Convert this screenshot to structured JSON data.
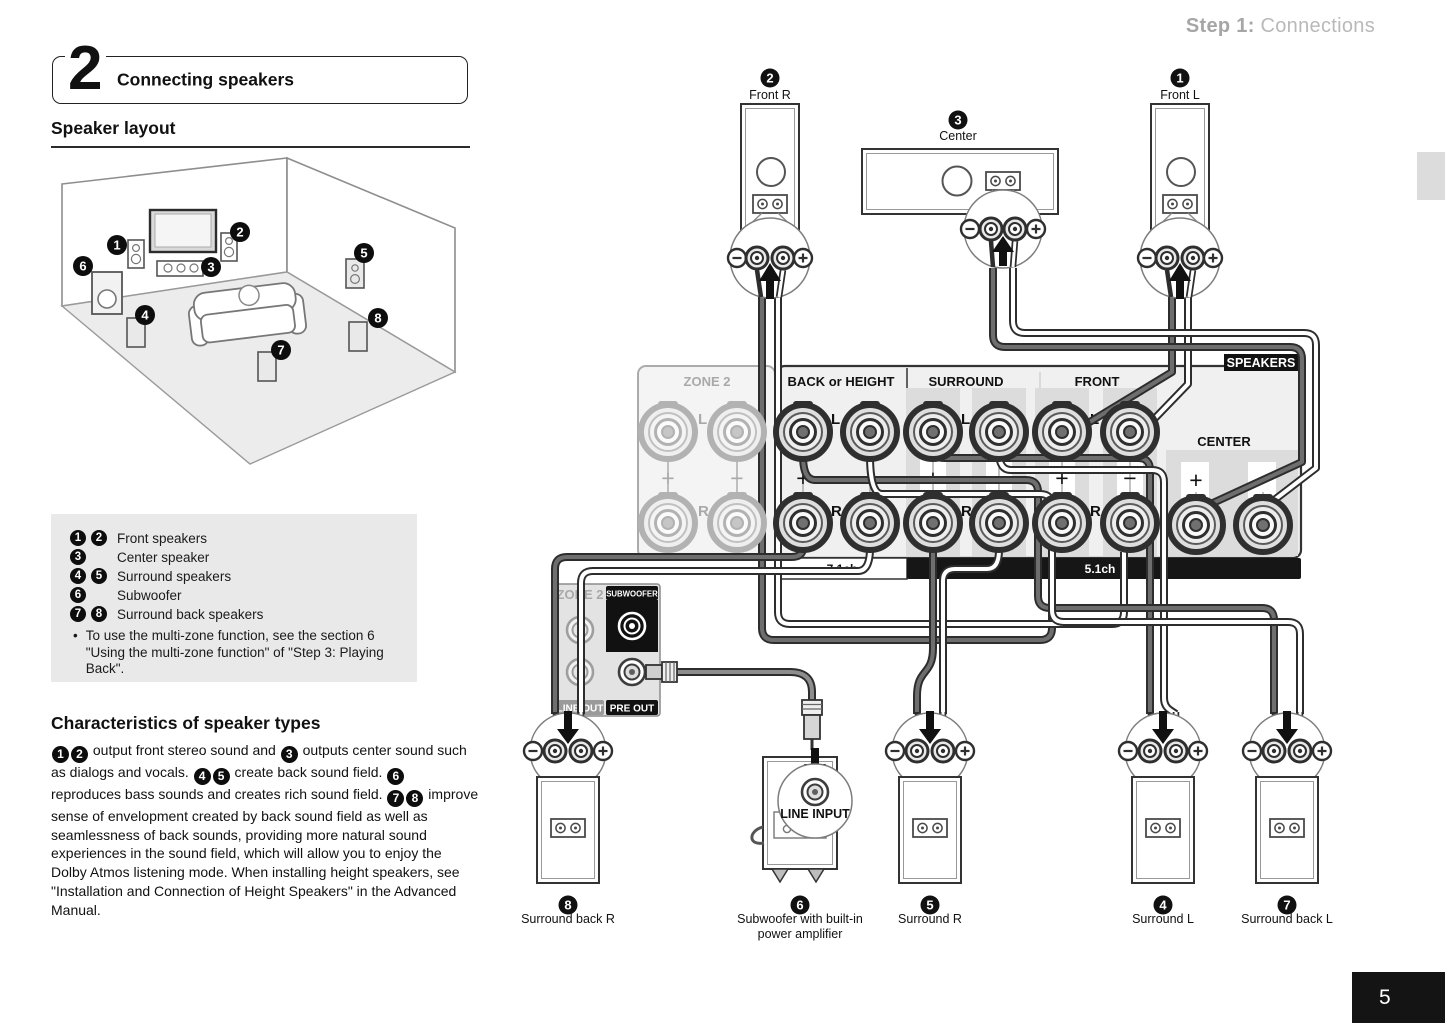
{
  "header": {
    "step": "Step 1:",
    "title": "Connections"
  },
  "section": {
    "number": "2",
    "title": "Connecting speakers"
  },
  "headings": {
    "speaker_layout": "Speaker layout",
    "characteristics": "Characteristics of speaker types"
  },
  "legend": {
    "items": [
      {
        "b1": "1",
        "b2": "2",
        "label": "Front speakers"
      },
      {
        "b1": "3",
        "label": "Center speaker"
      },
      {
        "b1": "4",
        "b2": "5",
        "label": "Surround speakers"
      },
      {
        "b1": "6",
        "label": "Subwoofer"
      },
      {
        "b1": "7",
        "b2": "8",
        "label": "Surround back speakers"
      }
    ],
    "bullet": "•",
    "note": "To use the multi-zone function, see the section 6 \"Using the multi-zone function\" of \"Step 3: Playing Back\"."
  },
  "characteristics": {
    "b1": "1",
    "b2": "2",
    "t1": " output front stereo sound and ",
    "b3": "3",
    "t2": " outputs center sound such as dialogs and vocals. ",
    "b4": "4",
    "b5": "5",
    "t3": " create back sound field. ",
    "b6": "6",
    "t4": " reproduces bass sounds and creates rich sound field. ",
    "b7": "7",
    "b8": "8",
    "t5": " improve sense of envelopment created by back sound field as well as seamlessness of back sounds, providing more natural sound experiences in the sound field, which will allow you to enjoy the Dolby Atmos listening mode. When installing height speakers, see \"Installation and Connection of Height Speakers\" in the Advanced Manual."
  },
  "room": {
    "badges": [
      "1",
      "2",
      "3",
      "4",
      "5",
      "6",
      "7",
      "8"
    ]
  },
  "diagram": {
    "top_speakers": [
      {
        "num": "2",
        "label": "Front R"
      },
      {
        "num": "3",
        "label": "Center"
      },
      {
        "num": "1",
        "label": "Front L"
      }
    ],
    "panel": {
      "zone2": "ZONE 2",
      "back_or_height": "BACK or HEIGHT",
      "surround": "SURROUND",
      "front": "FRONT",
      "center": "CENTER",
      "speakers_tag": "SPEAKERS",
      "ch71": "7.1ch",
      "ch51": "5.1ch",
      "l": "L",
      "r": "R",
      "plus": "+",
      "minus": "−"
    },
    "preout": {
      "zone2": "ZONE 2",
      "subwoofer": "SUBWOOFER",
      "line_out": "LINE OUT",
      "pre_out": "PRE OUT"
    },
    "sub_line_input": "LINE INPUT",
    "bottom_speakers": [
      {
        "num": "8",
        "label": "Surround back R"
      },
      {
        "num": "6",
        "label": "Subwoofer with built-in",
        "label2": "power amplifier"
      },
      {
        "num": "5",
        "label": "Surround R"
      },
      {
        "num": "4",
        "label": "Surround L"
      },
      {
        "num": "7",
        "label": "Surround back L"
      }
    ]
  },
  "footer": {
    "page": "5"
  },
  "colors": {
    "ink": "#1a1a1a",
    "muted_header": "#a6a6a6",
    "legend_bg": "#e9e9e9",
    "panel_bg": "#f0f0f0",
    "band": "#dcdcdc",
    "bar_black": "#161616"
  }
}
